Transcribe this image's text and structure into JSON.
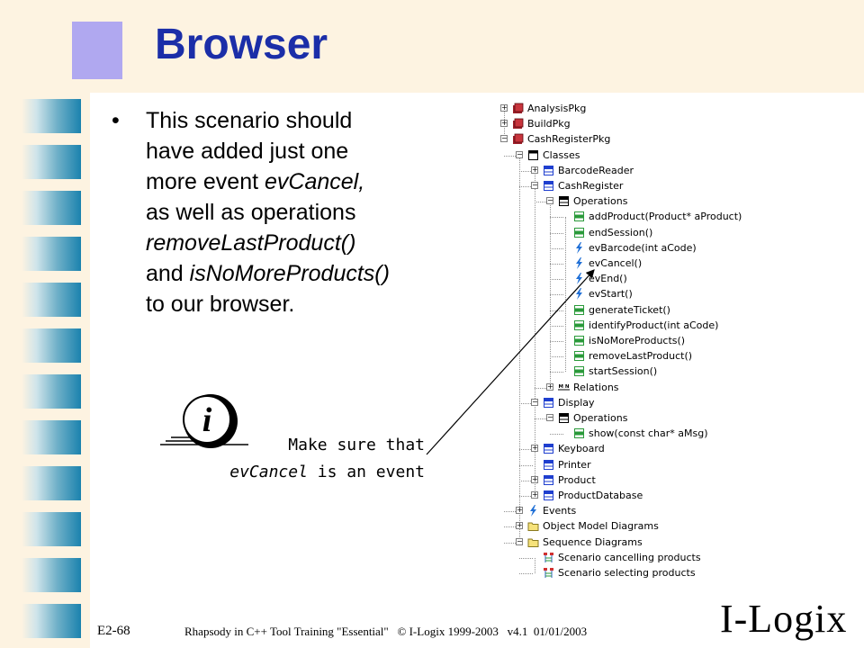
{
  "slide": {
    "title": "Browser",
    "bullet_lines": [
      {
        "pre": "This scenario should",
        "em": "",
        "post": ""
      },
      {
        "pre": "have added just one",
        "em": "",
        "post": ""
      },
      {
        "pre": "more event ",
        "em": "evCancel,",
        "post": ""
      },
      {
        "pre": "as well as operations",
        "em": "",
        "post": ""
      },
      {
        "pre": "",
        "em": "removeLastProduct()",
        "post": ""
      },
      {
        "pre": "and ",
        "em": "isNoMoreProducts()",
        "post": ""
      },
      {
        "pre": "to our browser.",
        "em": "",
        "post": ""
      }
    ],
    "note": {
      "line1": "Make sure that",
      "line2_em": "evCancel",
      "line2_rest": " is an event"
    },
    "info_icon_letter": "i"
  },
  "tree": [
    {
      "label": "AnalysisPkg",
      "icon": "package-icon",
      "expander": "+"
    },
    {
      "label": "BuildPkg",
      "icon": "package-icon",
      "expander": "+"
    },
    {
      "label": "CashRegisterPkg",
      "icon": "package-icon",
      "expander": "-"
    },
    {
      "label": "Classes",
      "icon": "classes-folder-icon",
      "expander": "-"
    },
    {
      "label": "BarcodeReader",
      "icon": "class-icon",
      "expander": "+"
    },
    {
      "label": "CashRegister",
      "icon": "class-icon",
      "expander": "-"
    },
    {
      "label": "Operations",
      "icon": "operations-icon",
      "expander": "-"
    },
    {
      "label": "addProduct(Product* aProduct)",
      "icon": "operation-icon",
      "expander": ""
    },
    {
      "label": "endSession()",
      "icon": "operation-icon",
      "expander": ""
    },
    {
      "label": "evBarcode(int aCode)",
      "icon": "event-icon",
      "expander": ""
    },
    {
      "label": "evCancel()",
      "icon": "event-icon",
      "expander": ""
    },
    {
      "label": "evEnd()",
      "icon": "event-icon",
      "expander": ""
    },
    {
      "label": "evStart()",
      "icon": "event-icon",
      "expander": ""
    },
    {
      "label": "generateTicket()",
      "icon": "operation-icon",
      "expander": ""
    },
    {
      "label": "identifyProduct(int aCode)",
      "icon": "operation-icon",
      "expander": ""
    },
    {
      "label": "isNoMoreProducts()",
      "icon": "operation-icon",
      "expander": ""
    },
    {
      "label": "removeLastProduct()",
      "icon": "operation-icon",
      "expander": ""
    },
    {
      "label": "startSession()",
      "icon": "operation-icon",
      "expander": ""
    },
    {
      "label": "Relations",
      "icon": "relations-icon",
      "expander": "+"
    },
    {
      "label": "Display",
      "icon": "class-icon",
      "expander": "-"
    },
    {
      "label": "Operations",
      "icon": "operations-icon",
      "expander": "-"
    },
    {
      "label": "show(const char* aMsg)",
      "icon": "operation-icon",
      "expander": ""
    },
    {
      "label": "Keyboard",
      "icon": "class-icon",
      "expander": "+"
    },
    {
      "label": "Printer",
      "icon": "class-icon",
      "expander": ""
    },
    {
      "label": "Product",
      "icon": "class-icon",
      "expander": "+"
    },
    {
      "label": "ProductDatabase",
      "icon": "class-icon",
      "expander": "+"
    },
    {
      "label": "Events",
      "icon": "event-icon",
      "expander": "+"
    },
    {
      "label": "Object Model Diagrams",
      "icon": "folder-icon",
      "expander": "+"
    },
    {
      "label": "Sequence Diagrams",
      "icon": "folder-icon",
      "expander": "-"
    },
    {
      "label": "Scenario cancelling products",
      "icon": "sequence-diagram-icon",
      "expander": ""
    },
    {
      "label": "Scenario selecting products",
      "icon": "sequence-diagram-icon",
      "expander": ""
    }
  ],
  "relations_badge": "M N",
  "footer": {
    "slide_id": "E2-68",
    "text": "Rhapsody in C++ Tool Training \"Essential\"   © I-Logix 1999-2003   v4.1  01/01/2003",
    "logo": "I-Logix"
  },
  "colors": {
    "title": "#1b2ea8",
    "accent_band": "#fdf3e1",
    "stripe": "#1b82ae",
    "class_icon": "#1f3fcf",
    "operation_icon": "#2a9a3a",
    "event_icon": "#1f6fd6"
  }
}
